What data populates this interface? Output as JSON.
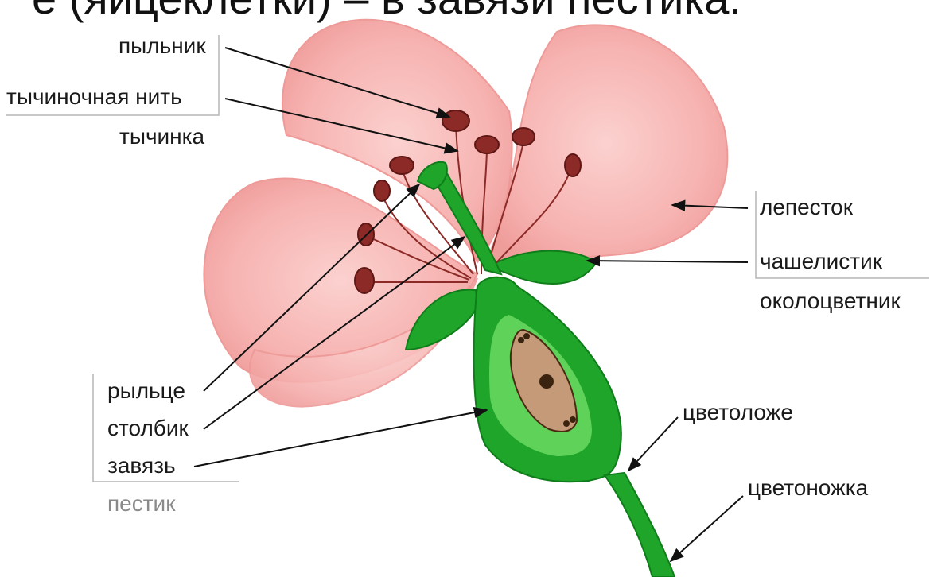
{
  "header_fragment": "е (яйцеклетки) – в завязи пестика.",
  "labels": {
    "anther": "пыльник",
    "filament": "тычиночная нить",
    "stamen": "тычинка",
    "petal": "лепесток",
    "sepal": "чашелистик",
    "perianth": "околоцветник",
    "stigma": "рыльце",
    "style": "столбик",
    "ovary": "завязь",
    "pistil": "пестик",
    "receptacle": "цветоложе",
    "pedicel": "цветоножка"
  },
  "colors": {
    "petal": "#f7b6b4",
    "petal_edge": "#ee9a98",
    "green": "#1fa52a",
    "green_dark": "#0f7d1a",
    "green_light": "#5fd25a",
    "anther": "#8b2a26",
    "ovule": "#c49a78",
    "text": "#1a1a1a",
    "muted_text": "#8a8a8a"
  }
}
